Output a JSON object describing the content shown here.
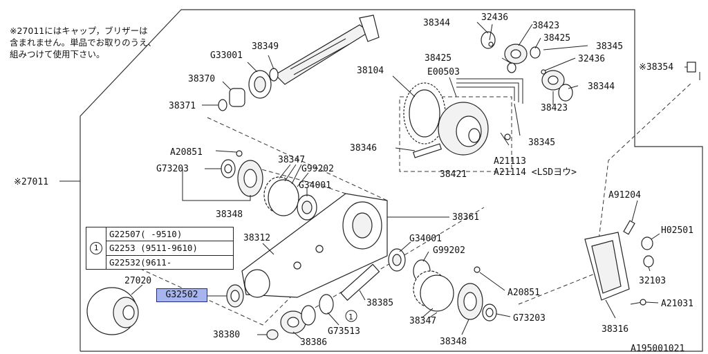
{
  "notes": {
    "asterisk_note": [
      "※27011にはキャップ，ブリザーは",
      "含まれません。単品でお取りのうえ、",
      "組みつけて使用下さい。"
    ]
  },
  "labels": {
    "p27011": "※27011",
    "p38354": "※38354",
    "p38344a": "38344",
    "p32436a": "32436",
    "p38423a": "38423",
    "p38425a": "38425",
    "p38345a": "38345",
    "p38425b": "38425",
    "p32436b": "32436",
    "p38344b": "38344",
    "p38423b": "38423",
    "p38345b": "38345",
    "p38104": "38104",
    "pE00503": "E00503",
    "pG33001": "G33001",
    "p38349": "38349",
    "p38370": "38370",
    "p38371": "38371",
    "p38346": "38346",
    "pA21113": "A21113",
    "pA21114": "A21114 <LSDヨウ>",
    "p38421": "38421",
    "pA20851a": "A20851",
    "p38347a": "38347",
    "pG99202a": "G99202",
    "pG73203a": "G73203",
    "pG34001a": "G34001",
    "p38348a": "38348",
    "p38361": "38361",
    "pA91204": "A91204",
    "pH02501": "H02501",
    "p32103": "32103",
    "pA21031": "A21031",
    "p38316": "38316",
    "p38312": "38312",
    "pG34001b": "G34001",
    "pG99202b": "G99202",
    "pA20851b": "A20851",
    "p27020": "27020",
    "pG32502": "G32502",
    "p38385": "38385",
    "p38347b": "38347",
    "pG73203b": "G73203",
    "pG73513": "G73513",
    "p38380": "38380",
    "p38386": "38386",
    "p38348b": "38348",
    "ref_one": "1",
    "diagram_id": "A195001021"
  },
  "table": {
    "marker": "1",
    "rows": [
      "G22507(    -9510)",
      "G2253  (9511-9610)",
      "G22532(9611-"
    ]
  },
  "colors": {
    "highlight_fill": "#a8b4ee",
    "highlight_border": "#1c2a8a"
  }
}
